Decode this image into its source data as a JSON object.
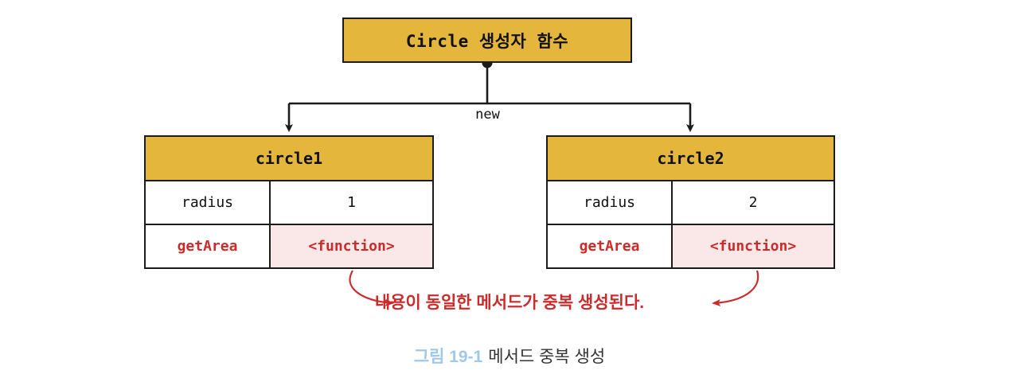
{
  "diagram": {
    "constructor_node": {
      "label": "Circle 생성자 함수",
      "fill": "#e5b63c"
    },
    "edge_label": "new",
    "instances": [
      {
        "name": "circle1",
        "rows": [
          {
            "key": "radius",
            "value": "1",
            "highlight": false
          },
          {
            "key": "getArea",
            "value": "<function>",
            "highlight": true
          }
        ]
      },
      {
        "name": "circle2",
        "rows": [
          {
            "key": "radius",
            "value": "2",
            "highlight": false
          },
          {
            "key": "getArea",
            "value": "<function>",
            "highlight": true
          }
        ]
      }
    ],
    "annotation": "내용이 동일한 메서드가 중복 생성된다.",
    "colors": {
      "amber": "#e5b63c",
      "pink": "#fae8e8",
      "red": "#cc2b2b",
      "line": "#1b1b1b",
      "caption_blue": "#a0c8e8",
      "caption_text": "#333333"
    }
  },
  "caption": {
    "number": "그림 19-1",
    "title": "메서드 중복 생성"
  }
}
